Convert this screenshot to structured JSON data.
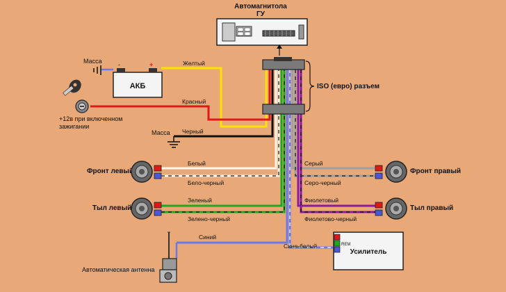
{
  "head_unit": {
    "line1": "Автомагнитола",
    "line2": "ГУ"
  },
  "connector_label": "ISO (евро) разъем",
  "battery": {
    "label": "АКБ",
    "minus": "-",
    "plus": "+"
  },
  "ground_label_top": "Масса",
  "ground_label_mid": "Масса",
  "ignition_label": {
    "line1": "+12в при включенном",
    "line2": "зажигании"
  },
  "wires": {
    "yellow": "Желтый",
    "red": "Красный",
    "black": "Черный",
    "white": "Белый",
    "white_black": "Бело-черный",
    "green": "Зеленый",
    "green_black": "Зелено-черный",
    "blue": "Синий",
    "gray": "Серый",
    "gray_black": "Серо-черный",
    "violet": "Фиолетовый",
    "violet_black": "Фиолетово-черный",
    "blue_white": "Сине-белый"
  },
  "speakers": {
    "front_left": "Фронт левый",
    "rear_left": "Тыл левый",
    "front_right": "Фронт правый",
    "rear_right": "Тыл правый"
  },
  "amplifier": {
    "label": "Усилитель",
    "rem": "REM"
  },
  "antenna_label": "Автоматическая антенна",
  "colors": {
    "background": "#e8a878",
    "yellow": "#ffe000",
    "red": "#e01818",
    "black": "#111111",
    "white": "#fff4e8",
    "green": "#1eaa1e",
    "blue": "#6a78e8",
    "gray": "#a0a0a0",
    "violet": "#8a1aa0"
  }
}
